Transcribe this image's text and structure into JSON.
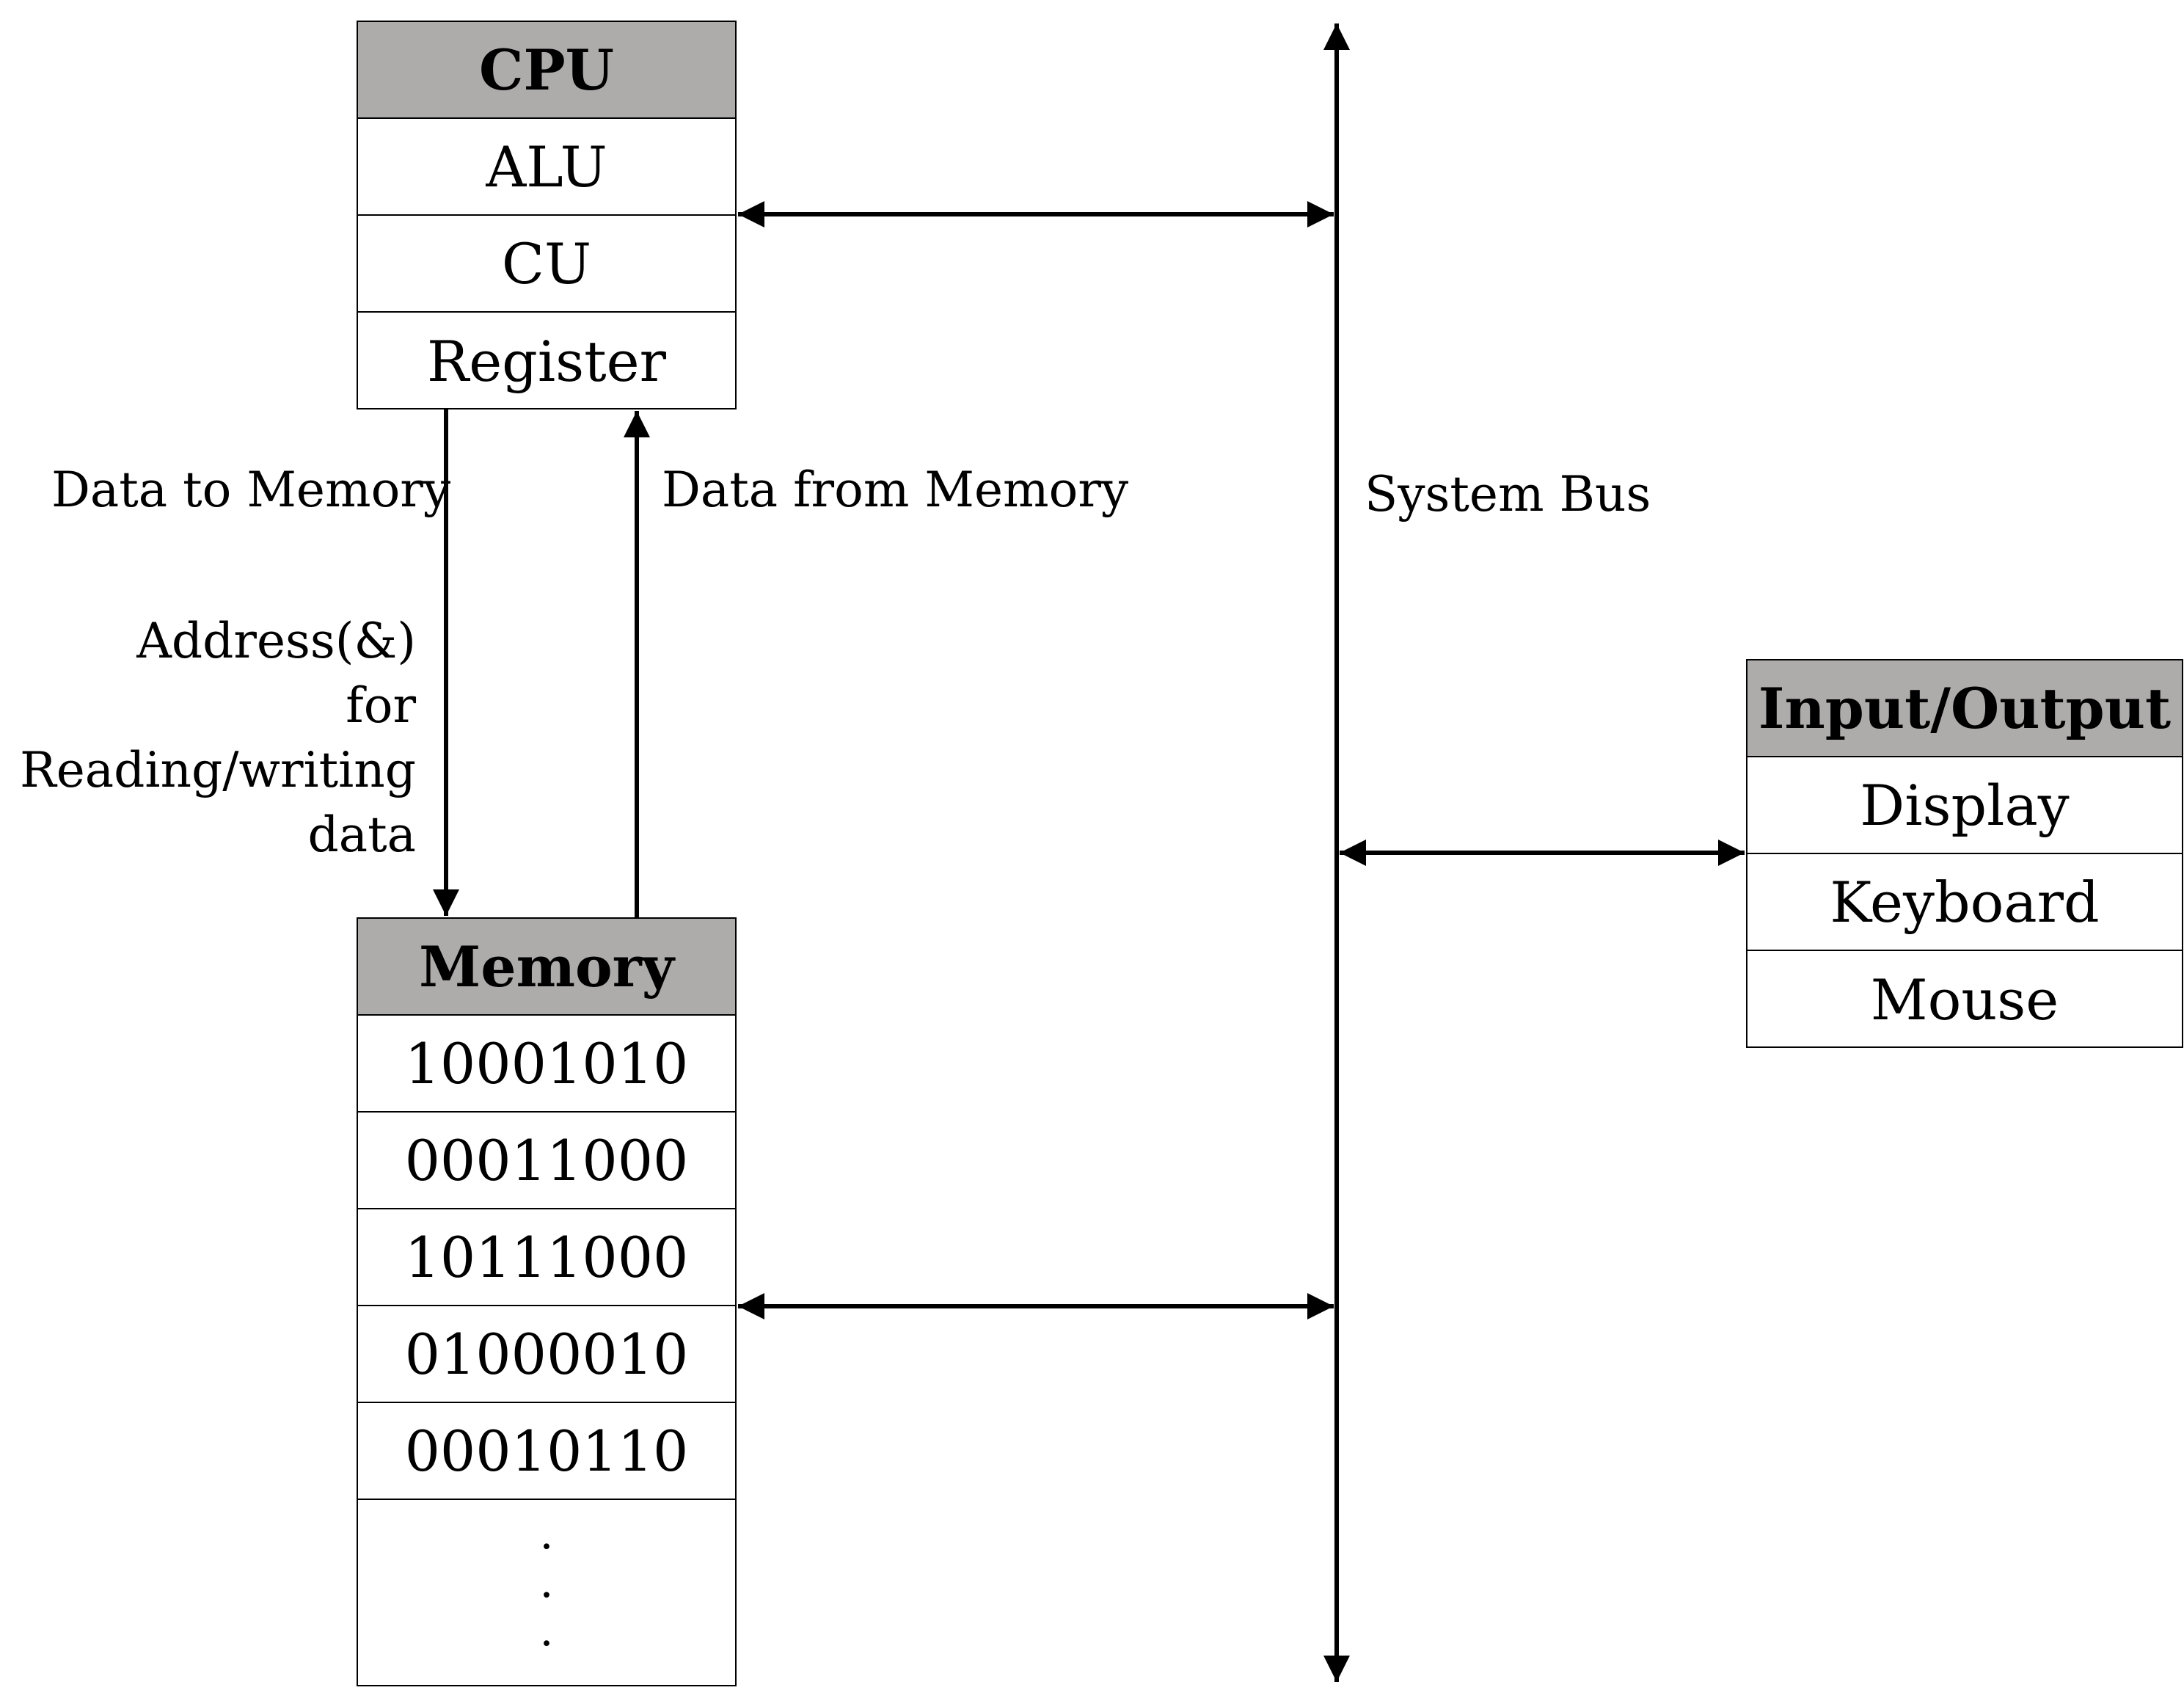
{
  "cpu": {
    "title": "CPU",
    "components": [
      "ALU",
      "CU",
      "Register"
    ]
  },
  "memory": {
    "title": "Memory",
    "words": [
      "10001010",
      "00011000",
      "10111000",
      "01000010",
      "00010110"
    ],
    "continuation": [
      "·",
      "·",
      "·"
    ]
  },
  "io": {
    "title": "Input/Output",
    "devices": [
      "Display",
      "Keyboard",
      "Mouse"
    ]
  },
  "labels": {
    "data_to_memory": "Data to Memory",
    "data_from_memory": "Data from Memory",
    "address_lines": [
      "Address(&)",
      "for",
      "Reading/writing",
      "data"
    ],
    "system_bus": "System Bus"
  }
}
